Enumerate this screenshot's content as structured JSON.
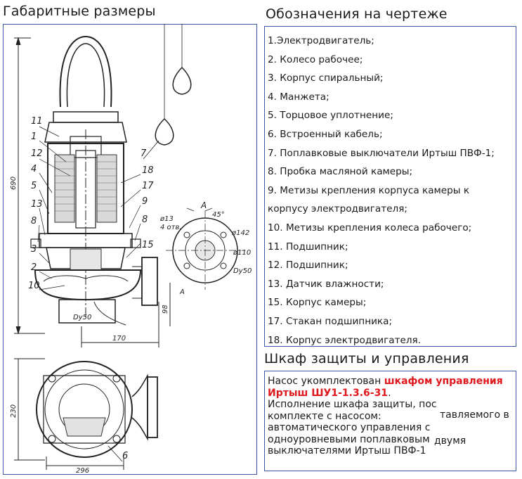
{
  "headers": {
    "dimensions": "Габаритные размеры",
    "legend": "Обозначения на чертеже",
    "control": "Шкаф защиты и управления"
  },
  "legend_items": [
    "1.Электродвигатель;",
    "2. Колесо рабочее;",
    "3. Корпус спиральный;",
    "4. Манжета;",
    "5. Торцовое уплотнение;",
    "6. Встроенный кабель;",
    "7. Поплавковые выключатели Иртыш ПВФ-1;",
    "8. Пробка масляной камеры;",
    "9. Метизы крепления корпуса камеры к",
    "корпусу электродвигателя;",
    "10. Метизы крепления колеса рабочего;",
    "11. Подшипник;",
    "12. Подшипник;",
    "13. Датчик влажности;",
    "15. Корпус камеры;",
    "17. Стакан подшипника;",
    "18. Корпус электродвигателя."
  ],
  "control": {
    "line1_prefix": "Насос укомплектован ",
    "line1_highlight": "шкафом управления",
    "line2_highlight": "Иртыш ШУ1-1.3.6-31",
    "line2_suffix": ".",
    "line3": "Исполнение шкафа защиты, пос",
    "line4": "комплекте с насосом:",
    "line5": "автоматического управления с",
    "line6": "одноуровневыми поплавковым",
    "line7": "выключателями Иртыш ПВФ-1",
    "overlay1": "тавляемого в",
    "overlay2": "двумя"
  },
  "drawing": {
    "callouts": [
      "11",
      "1",
      "12",
      "4",
      "5",
      "13",
      "8",
      "3",
      "2",
      "10",
      "7",
      "18",
      "17",
      "9",
      "8",
      "15",
      "6"
    ],
    "dims": {
      "height": "690",
      "width_main": "170",
      "dn_outlet": "Dy50",
      "d98": "98",
      "view": "A",
      "angle": "45°",
      "holes": "ø13",
      "holes_count": "4 отв.",
      "d142": "ø142",
      "d110": "ø110",
      "dn_flange": "Dy50",
      "plan_width": "296",
      "plan_height": "230"
    }
  },
  "colors": {
    "panel_border": "#3c56a8",
    "highlight": "#e0171d"
  }
}
